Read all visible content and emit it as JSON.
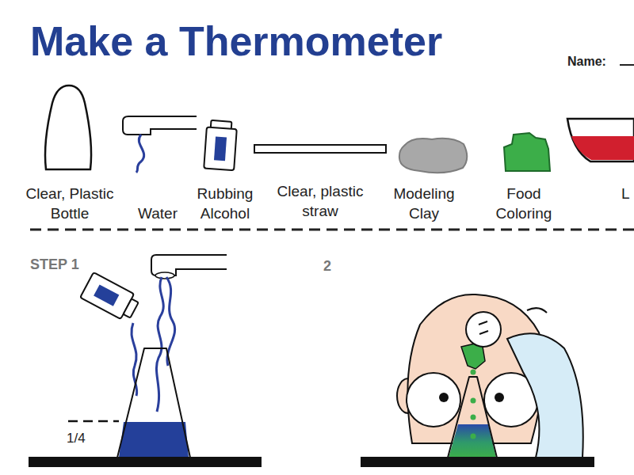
{
  "diagram": {
    "title": "Make a Thermometer",
    "labels": [
      "Name:",
      "Clear, Plastic Bottle",
      "Water",
      "Rubbing Alcohol",
      "Clear, plastic straw",
      "Modeling Clay",
      "Food Coloring",
      "L",
      "STEP 1",
      "2",
      "1/4"
    ]
  }
}
